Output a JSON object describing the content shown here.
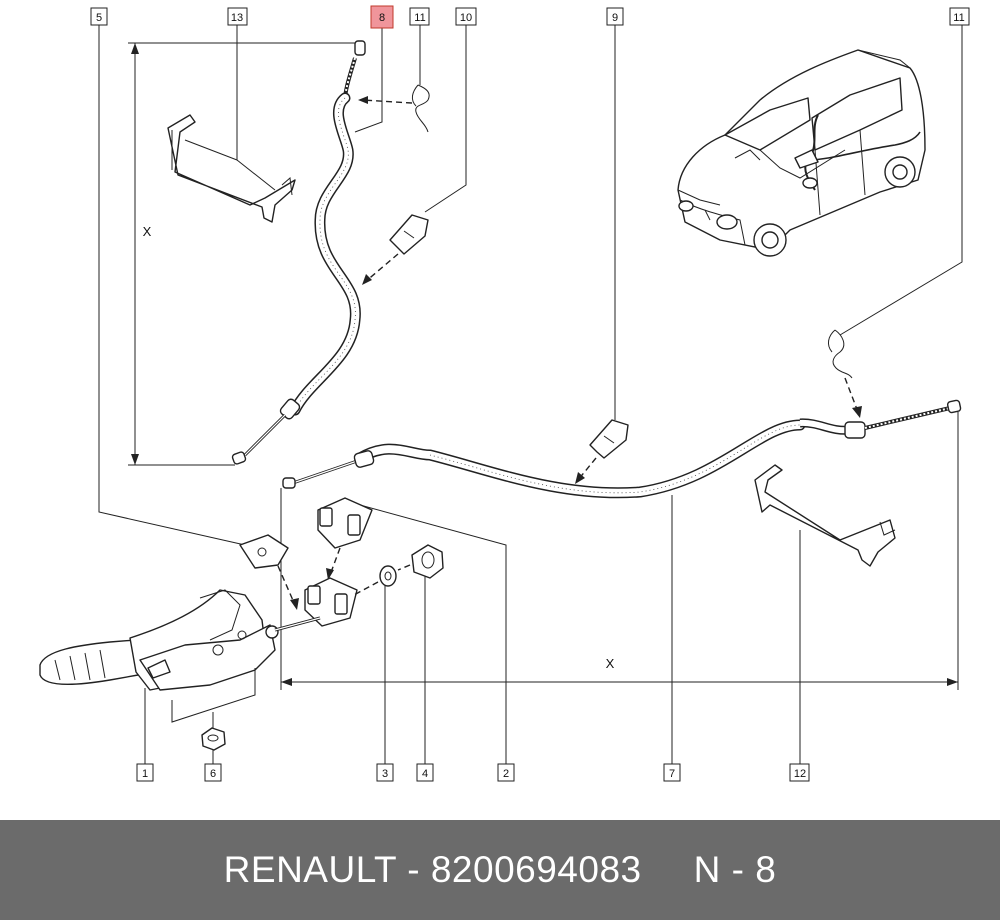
{
  "labels": {
    "l1": "1",
    "l2": "2",
    "l3": "3",
    "l4": "4",
    "l5": "5",
    "l6": "6",
    "l7": "7",
    "l8": "8",
    "l9": "9",
    "l10": "10",
    "l11a": "11",
    "l11b": "11",
    "l12": "12",
    "l13": "13"
  },
  "highlighted_label": "8",
  "dimensions": {
    "vertical": "X",
    "horizontal": "X"
  },
  "footer": {
    "brand_part": "RENAULT - 8200694083",
    "position": "N - 8"
  },
  "colors": {
    "highlight": "#f0959b",
    "footer_bg": "#6b6b6b",
    "footer_text": "#ffffff"
  }
}
